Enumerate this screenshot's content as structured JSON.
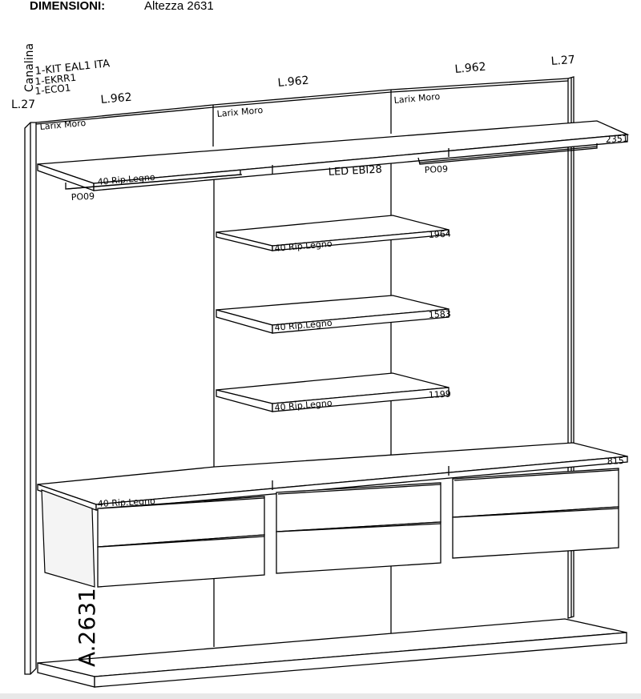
{
  "header": {
    "label": "DIMENSIONI:",
    "height_text": "Altezza  2631"
  },
  "labels": {
    "canalina": "Canalina",
    "kit": "1-KIT EAL1 ITA",
    "ekrr": "1-EKRR1",
    "eco": "1-ECO1",
    "width_left_end": "L.27",
    "width_right_end": "L.27",
    "width_bay_1": "L.962",
    "width_bay_2": "L.962",
    "width_bay_3": "L.962",
    "finish_bay_1": "Larix Moro",
    "finish_bay_2": "Larix Moro",
    "finish_bay_3": "Larix Moro",
    "led": "LED EBI28",
    "rod_left": "PO09",
    "rod_right": "PO09",
    "shelf_top_tag": "40 Rip.Legno",
    "shelf_1964_tag": "40 Rip.Legno",
    "shelf_1583_tag": "40 Rip.Legno",
    "shelf_1199_tag": "40 Rip.Legno",
    "counter_tag": "40 Rip.Legno",
    "height_2351": "2351",
    "height_1964": "1964",
    "height_1583": "1583",
    "height_1199": "1199",
    "height_815": "815",
    "total_height": "A.2631"
  },
  "colors": {
    "line": "#000000",
    "background": "#ffffff",
    "strip": "#e8e8e8"
  }
}
